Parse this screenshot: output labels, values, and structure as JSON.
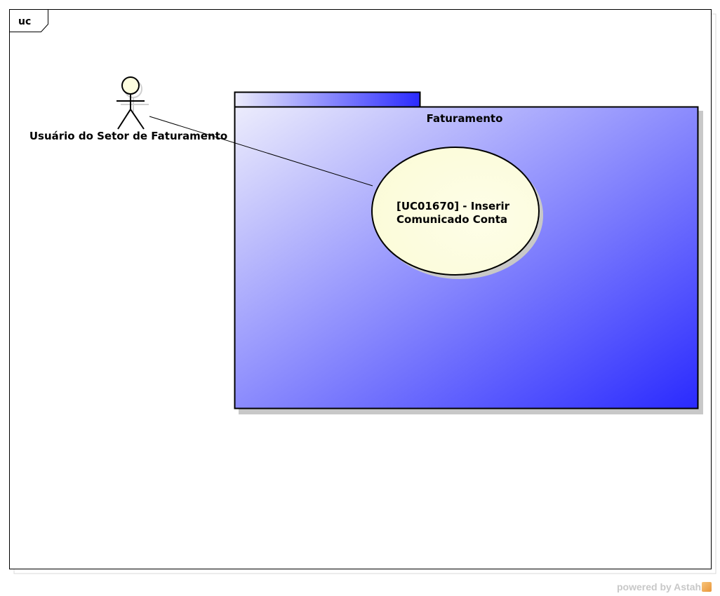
{
  "frame": {
    "label": "uc"
  },
  "package": {
    "name": "Faturamento"
  },
  "actor": {
    "name": "Usuário do Setor de Faturamento"
  },
  "use_case": {
    "line1": "[UC01670] - Inserir",
    "line2": "Comunicado Conta"
  },
  "footer": {
    "text": "powered by Astah"
  },
  "colors": {
    "package_gradient_start": "#ececfc",
    "package_gradient_end": "#2a2afe",
    "use_case_fill": "#fefee0",
    "actor_head_fill": "#fefee0",
    "shadow": "#c8c8c8"
  }
}
